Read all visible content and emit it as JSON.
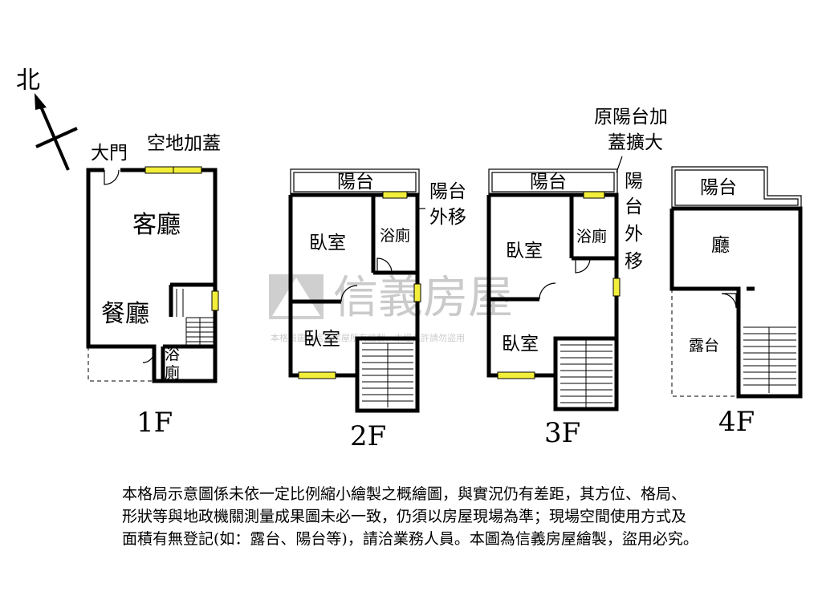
{
  "compass": {
    "label": "北"
  },
  "watermark": {
    "brand": "信義房屋",
    "notice": "本格局圖為信義房屋所有繪製，未經允許請勿盜用"
  },
  "floors": {
    "f1": {
      "label": "1F",
      "entrance": "大門",
      "addition": "空地加蓋",
      "living": "客廳",
      "dining": "餐廳",
      "bath_a": "浴",
      "bath_b": "廁"
    },
    "f2": {
      "label": "2F",
      "balcony": "陽台",
      "bath": "浴廁",
      "bedroom_a": "臥室",
      "bedroom_b": "臥室",
      "note_a": "陽台",
      "note_b": "外移"
    },
    "f3": {
      "label": "3F",
      "balcony": "陽台",
      "bath": "浴廁",
      "bedroom_a": "臥室",
      "bedroom_b": "臥室",
      "note_top_a": "原陽台加",
      "note_top_b": "蓋擴大",
      "note_v1": "陽",
      "note_v2": "台",
      "note_v3": "外",
      "note_v4": "移"
    },
    "f4": {
      "label": "4F",
      "balcony": "陽台",
      "hall": "廳",
      "terrace": "露台"
    }
  },
  "disclaimer": {
    "line1": "本格局示意圖係未依一定比例縮小繪製之概繪圖，與實況仍有差距，其方位、格局、",
    "line2": "形狀等與地政機關測量成果圖未必一致，仍須以房屋現場為準；現場空間使用方式及",
    "line3": "面積有無登記(如：露台、陽台等)，請洽業務人員。本圖為信義房屋繪製，盜用必究。"
  }
}
